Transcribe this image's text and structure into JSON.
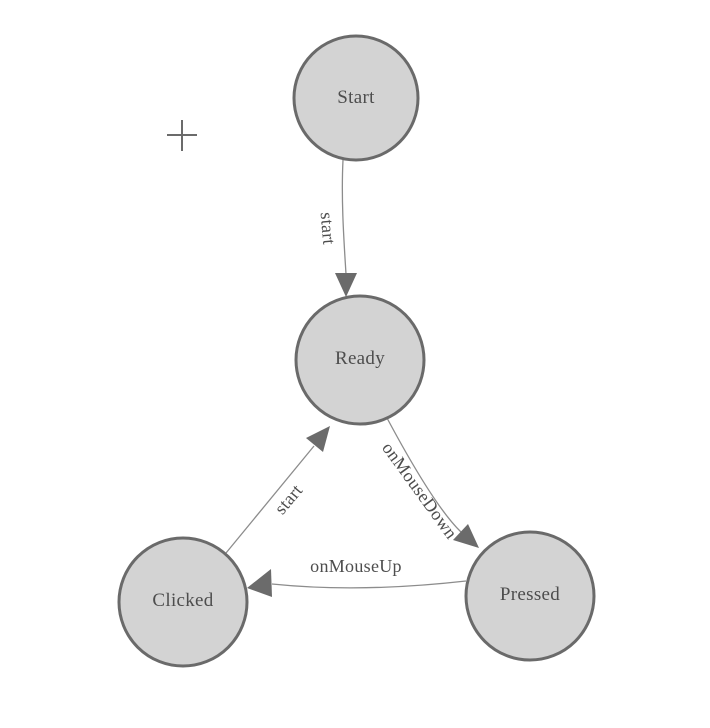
{
  "diagram": {
    "type": "state-machine",
    "nodes": [
      {
        "id": "start",
        "label": "Start"
      },
      {
        "id": "ready",
        "label": "Ready"
      },
      {
        "id": "clicked",
        "label": "Clicked"
      },
      {
        "id": "pressed",
        "label": "Pressed"
      }
    ],
    "edges": [
      {
        "from": "start",
        "to": "ready",
        "label": "start"
      },
      {
        "from": "ready",
        "to": "pressed",
        "label": "onMouseDown"
      },
      {
        "from": "pressed",
        "to": "clicked",
        "label": "onMouseUp"
      },
      {
        "from": "clicked",
        "to": "ready",
        "label": "start"
      }
    ],
    "palette": {
      "node_fill": "#d3d3d3",
      "node_stroke": "#6a6a6a",
      "edge_line": "#8c8c8c",
      "arrow_fill": "#6b6b6b",
      "label_text": "#4d4d4d",
      "crosshair": "#6b6b6b",
      "background": "#ffffff"
    }
  }
}
